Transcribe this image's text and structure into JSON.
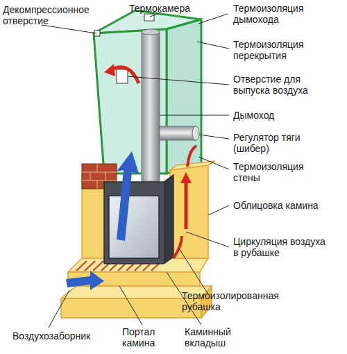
{
  "diagram": {
    "labels": [
      "Декомпрессионное отверстие",
      "Термокамера",
      "Термоизоляция дымохода",
      "Термоизоляция перекрытия",
      "Отверстие для выпуска воздуха",
      "Дымоход",
      "Регулятор тяги (шибер)",
      "Термоизоляция стены",
      "Облицовка камина",
      "Циркуляция воздуха в рубашке",
      "Термоизолированная рубашка",
      "Воздухозаборник",
      "Портал камина",
      "Каминный вкладыш"
    ]
  }
}
